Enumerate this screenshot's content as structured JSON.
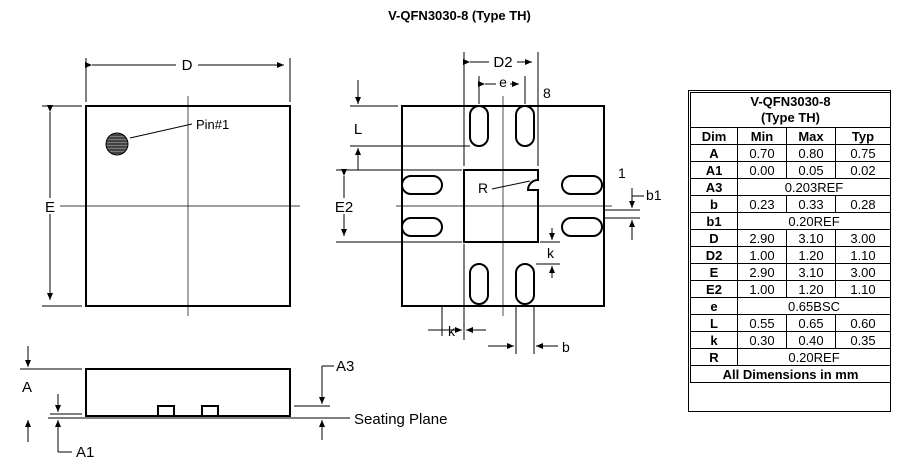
{
  "title": "V-QFN3030-8 (Type TH)",
  "top_view": {
    "label_d": "D",
    "label_e": "E",
    "pin1_label": "Pin#1"
  },
  "bottom_view": {
    "label_d2": "D2",
    "label_e_pitch": "e",
    "label_8": "8",
    "label_1": "1",
    "label_l": "L",
    "label_e2": "E2",
    "label_r": "R",
    "label_b1": "b1",
    "label_k_right": "k",
    "label_k_bottom": "k",
    "label_b": "b"
  },
  "side_view": {
    "label_a": "A",
    "label_a1": "A1",
    "label_a3": "A3",
    "label_seating": "Seating Plane"
  },
  "table": {
    "title_line1": "V-QFN3030-8",
    "title_line2": "(Type TH)",
    "headers": [
      "Dim",
      "Min",
      "Max",
      "Typ"
    ],
    "rows": [
      {
        "dim": "A",
        "values": [
          "0.70",
          "0.80",
          "0.75"
        ]
      },
      {
        "dim": "A1",
        "values": [
          "0.00",
          "0.05",
          "0.02"
        ]
      },
      {
        "dim": "A3",
        "span": "0.203REF"
      },
      {
        "dim": "b",
        "values": [
          "0.23",
          "0.33",
          "0.28"
        ]
      },
      {
        "dim": "b1",
        "span": "0.20REF"
      },
      {
        "dim": "D",
        "values": [
          "2.90",
          "3.10",
          "3.00"
        ]
      },
      {
        "dim": "D2",
        "values": [
          "1.00",
          "1.20",
          "1.10"
        ]
      },
      {
        "dim": "E",
        "values": [
          "2.90",
          "3.10",
          "3.00"
        ]
      },
      {
        "dim": "E2",
        "values": [
          "1.00",
          "1.20",
          "1.10"
        ]
      },
      {
        "dim": "e",
        "span": "0.65BSC"
      },
      {
        "dim": "L",
        "values": [
          "0.55",
          "0.65",
          "0.60"
        ]
      },
      {
        "dim": "k",
        "values": [
          "0.30",
          "0.40",
          "0.35"
        ]
      },
      {
        "dim": "R",
        "span": "0.20REF"
      }
    ],
    "footer": "All Dimensions in mm"
  }
}
